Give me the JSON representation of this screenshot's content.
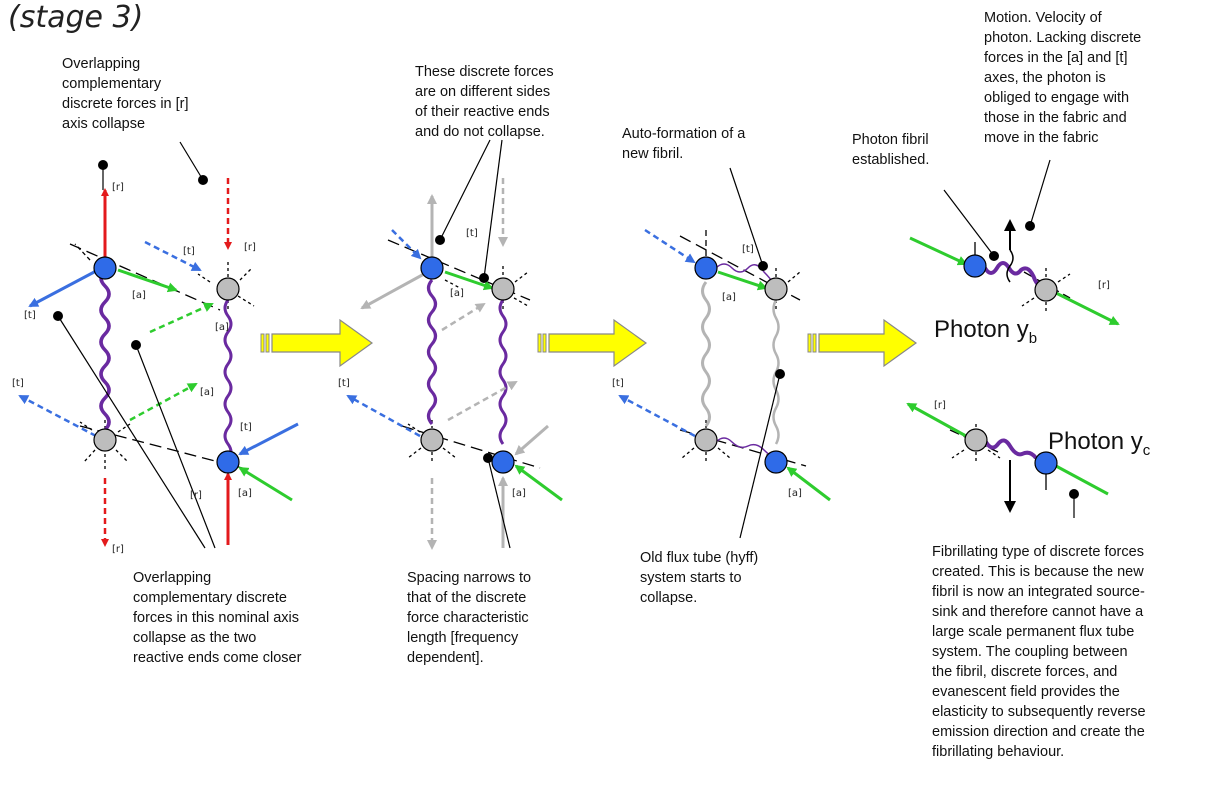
{
  "title": "(stage 3)",
  "notes": {
    "n1": "Overlapping\ncomplementary\ndiscrete forces in [r]\naxis collapse",
    "n2": "Overlapping\ncomplementary discrete\nforces in this nominal axis\ncollapse as the two\nreactive ends come closer",
    "n3": "These discrete forces\nare on different sides\nof their reactive ends\nand do not collapse.",
    "n4": "Spacing narrows to\nthat of the discrete\nforce characteristic\nlength [frequency\ndependent].",
    "n5": "Auto-formation of a\nnew fibril.",
    "n6": "Old flux tube (hyff)\nsystem starts to\ncollapse.",
    "n7": "Photon fibril\nestablished.",
    "n8": "Motion. Velocity of\nphoton. Lacking discrete\nforces  in the [a] and [t]\naxes, the photon is\nobliged to engage with\nthose in the fabric and\nmove in the fabric",
    "n9": "Fibrillating type of discrete forces\ncreated. This is because the new\nfibril is now an integrated source-\nsink and therefore cannot have a\nlarge scale permanent flux tube\nsystem. The coupling between\nthe fibril, discrete forces, and\nevanescent field provides the\nelasticity to subsequently reverse\nemission direction and create the\nfibrillating behaviour."
  },
  "photon_b": {
    "label": "Photon y",
    "sub": "b"
  },
  "photon_c": {
    "label": "Photon y",
    "sub": "c"
  },
  "axis_labels": {
    "r": "[r]",
    "t": "[t]",
    "a": "[a]"
  },
  "colors": {
    "red": "#e31a1c",
    "green": "#2ecc2e",
    "blue": "#3a6fe0",
    "purple": "#6a2aa0",
    "gray": "#b4b4b4",
    "node_blue": "#2f6be8",
    "node_gray": "#bdbdbd",
    "arrow_yellow": "#ffff00"
  }
}
